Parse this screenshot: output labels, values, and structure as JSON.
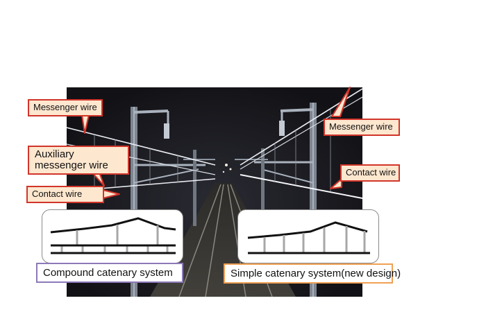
{
  "labels": {
    "messenger_wire_left": "Messenger wire",
    "auxiliary_messenger_wire": [
      "Auxiliary",
      "messenger wire"
    ],
    "contact_wire_left": "Contact wire",
    "messenger_wire_right": "Messenger wire",
    "contact_wire_right": "Contact wire"
  },
  "captions": {
    "compound": "Compound catenary system",
    "simple": "Simple catenary system(new design)"
  },
  "colors": {
    "callout_fill": "#fde7cf",
    "callout_border": "#d2342a",
    "compound_border": "#8d78b8",
    "simple_border": "#f0a052",
    "photo_background": "#17171c"
  }
}
